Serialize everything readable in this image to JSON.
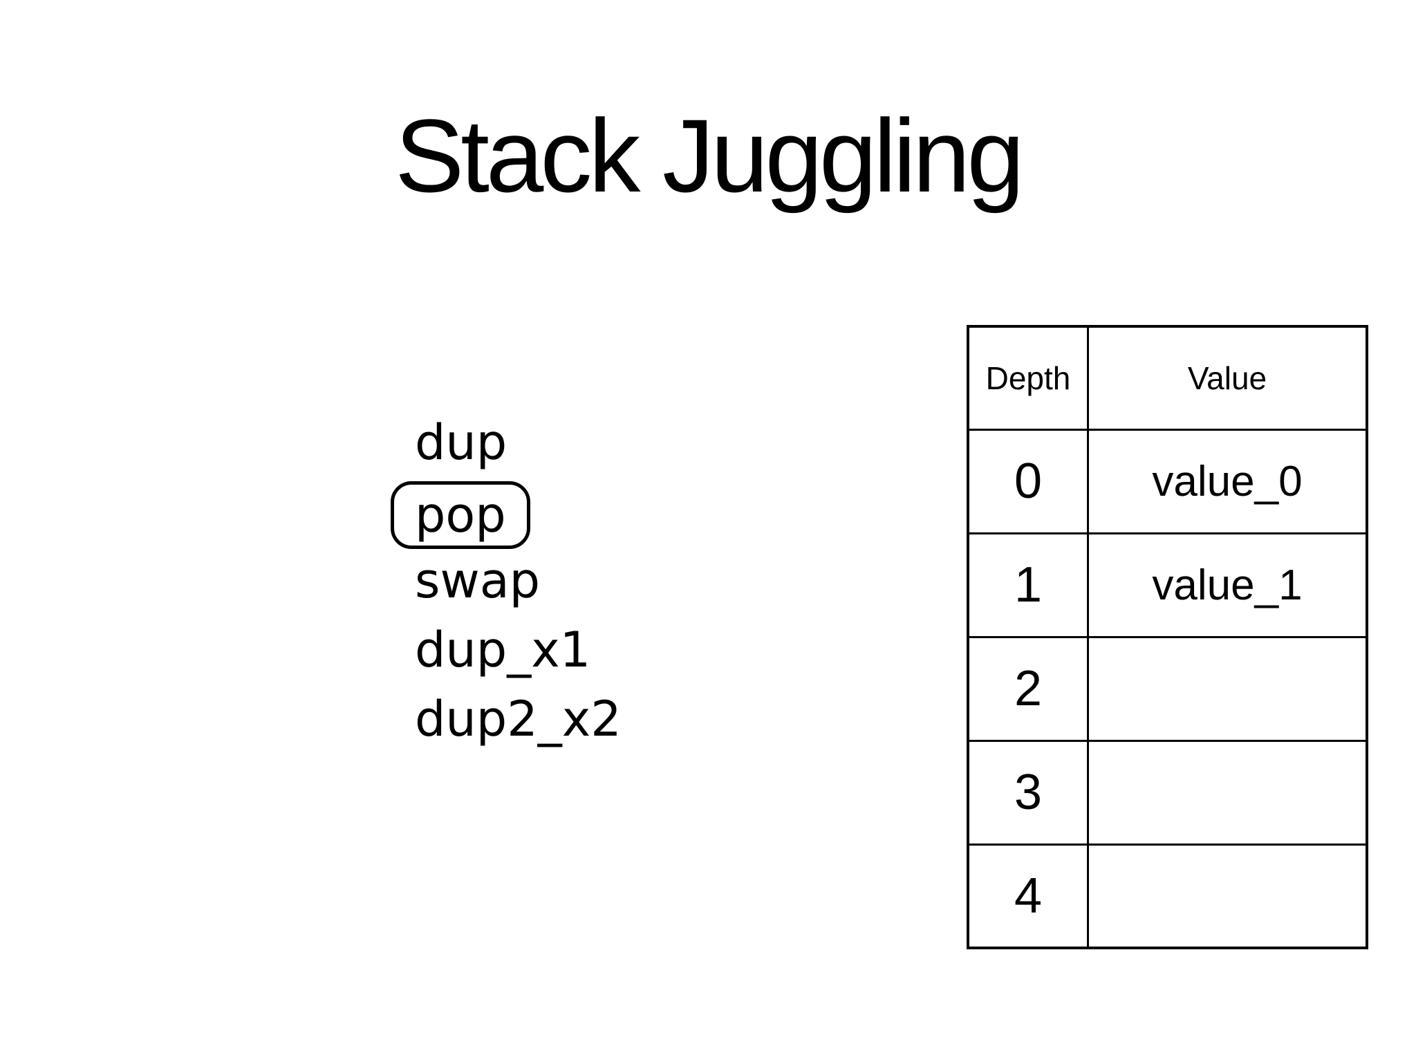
{
  "slide": {
    "title": "Stack Juggling",
    "operations": [
      "dup",
      "pop",
      "swap",
      "dup_x1",
      "dup2_x2"
    ],
    "highlighted_operation": "pop",
    "table": {
      "headers": [
        "Depth",
        "Value"
      ],
      "rows": [
        {
          "depth": "0",
          "value": "value_0"
        },
        {
          "depth": "1",
          "value": "value_1"
        },
        {
          "depth": "2",
          "value": ""
        },
        {
          "depth": "3",
          "value": ""
        },
        {
          "depth": "4",
          "value": ""
        }
      ]
    },
    "colors": {
      "background": "#ffffff",
      "text": "#000000",
      "line": "#000000"
    }
  }
}
